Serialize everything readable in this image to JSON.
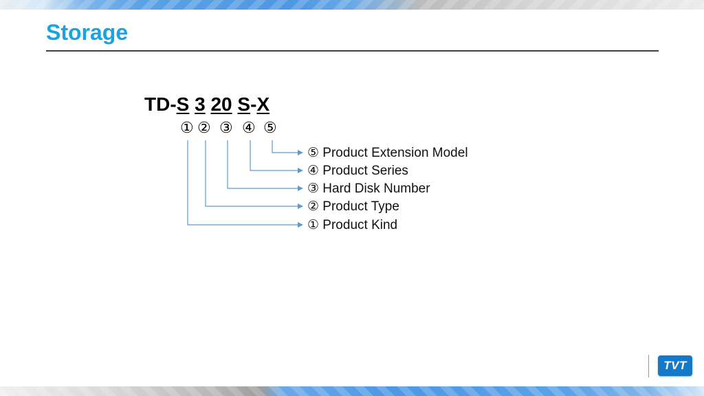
{
  "header": {
    "title": "Storage"
  },
  "model": {
    "prefix": "TD-",
    "part1": "S",
    "sp1": " ",
    "part2": "3",
    "sp2": " ",
    "part3": "20",
    "sp3": " ",
    "part4": "S",
    "dash": "-",
    "part5": "X"
  },
  "markers": [
    "①",
    "②",
    "③",
    "④",
    "⑤"
  ],
  "labels": [
    "⑤ Product Extension Model",
    "④ Product Series",
    "③ Hard Disk Number",
    "② Product Type",
    "① Product Kind"
  ],
  "logo": {
    "text": "TVT"
  },
  "colors": {
    "title": "#1aa3e0",
    "connector": "#5b9bd5",
    "logo": "#1479c9"
  }
}
